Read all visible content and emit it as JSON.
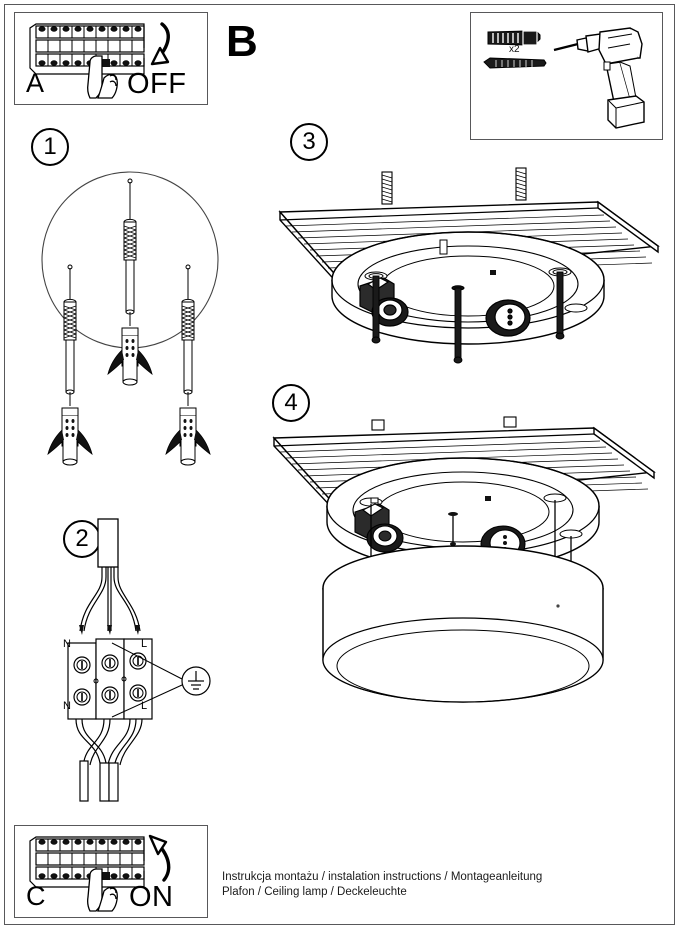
{
  "document": {
    "type": "installation-instruction-sheet",
    "page_section_label": "B"
  },
  "boxes": {
    "a": {
      "label": "A",
      "action_word": "OFF",
      "icon": "circuit-breaker-panel-hand-off"
    },
    "c": {
      "label": "C",
      "action_word": "ON",
      "icon": "circuit-breaker-panel-hand-on"
    },
    "tools": {
      "quantity_label": "x2",
      "items": [
        "wall-plug-anchor",
        "screw",
        "power-drill"
      ]
    }
  },
  "steps": [
    {
      "number": "1",
      "art": "wall-plugs-and-screws-circle-layout"
    },
    {
      "number": "2",
      "art": "terminal-block-wiring"
    },
    {
      "number": "3",
      "art": "mounting-plate-to-ceiling"
    },
    {
      "number": "4",
      "art": "lamp-shade-to-mounting-plate"
    }
  ],
  "terminal": {
    "neutral_top": "N",
    "live_top": "L",
    "neutral_bottom": "N",
    "live_bottom": "L",
    "earth_symbol": "earth-ground-symbol"
  },
  "footer": {
    "line1": "Instrukcja montażu / instalation instructions / Montageanleitung",
    "line2": "Plafon / Ceiling lamp / Deckeleuchte"
  },
  "colors": {
    "ink": "#000000",
    "frame": "#58585a",
    "paper": "#ffffff"
  }
}
